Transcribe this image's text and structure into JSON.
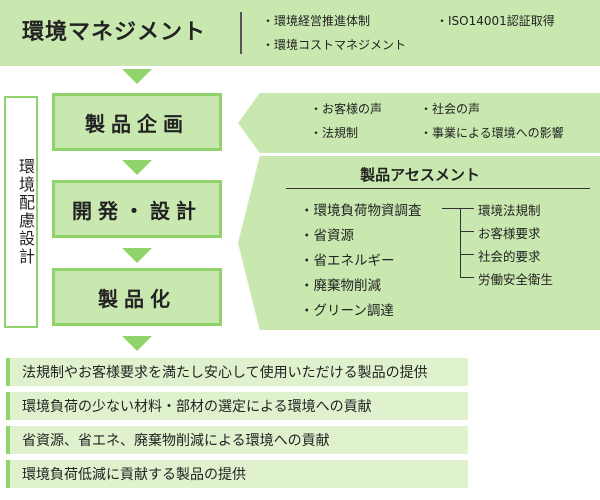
{
  "header": {
    "title": "環境マネジメント",
    "items": [
      "・環境経営推進体制",
      "・ISO14001認証取得",
      "・環境コストマネジメント"
    ]
  },
  "side_label": "環境配慮設計",
  "processes": [
    "製品企画",
    "開発・設計",
    "製品化"
  ],
  "voices": [
    "・お客様の声",
    "・社会の声",
    "・法規制",
    "・事業による環境への影響"
  ],
  "assessment": {
    "title": "製品アセスメント",
    "items": [
      "・環境負荷物資調査",
      "・省資源",
      "・省エネルギー",
      "・廃棄物削減",
      "・グリーン調達"
    ],
    "criteria": [
      "環境法規制",
      "お客様要求",
      "社会的要求",
      "労働安全衛生"
    ]
  },
  "results": [
    "法規制やお客様要求を満たし安心して使用いただける製品の提供",
    "環境負荷の少ない材料・部材の選定による環境への貢献",
    "省資源、省エネ、廃棄物削減による環境への貢献",
    "環境負荷低減に貢献する製品の提供"
  ],
  "colors": {
    "band": "#c9e8b0",
    "accent": "#8fd36a",
    "result_bg": "#dff2cd"
  }
}
